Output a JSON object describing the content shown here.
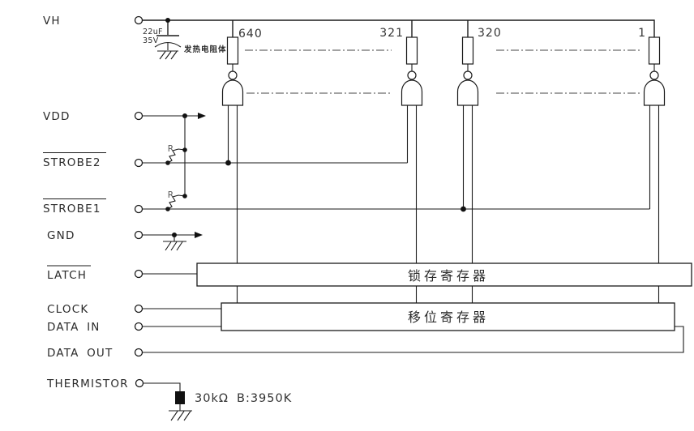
{
  "pins": {
    "vh": {
      "label": "VH",
      "active_low": false
    },
    "vdd": {
      "label": "VDD",
      "active_low": false
    },
    "strobe2": {
      "label": "STROBE2",
      "active_low": true
    },
    "strobe1": {
      "label": "STROBE1",
      "active_low": true
    },
    "gnd": {
      "label": "GND",
      "active_low": false
    },
    "latch": {
      "label": "LATCH",
      "active_low": true
    },
    "clock": {
      "label": "CLOCK",
      "active_low": false
    },
    "data_in": {
      "label": "DATA IN",
      "active_low": false
    },
    "data_out": {
      "label": "DATA OUT",
      "active_low": false
    },
    "thermistor": {
      "label": "THERMISTOR",
      "active_low": false
    }
  },
  "components": {
    "capacitor": {
      "value": "22uF",
      "voltage": "35V"
    },
    "heating_resistor_note": "发热电阻体",
    "dot_numbers": [
      "640",
      "321",
      "320",
      "1"
    ],
    "pullup_label": "R",
    "thermistor_value": "30kΩ",
    "thermistor_beta": "B:3950K"
  },
  "registers": {
    "latch": "锁存寄存器",
    "shift": "移位寄存器"
  },
  "colors": {
    "line": "#1a1a1a",
    "text": "#2b2b2b",
    "background": "#ffffff"
  }
}
